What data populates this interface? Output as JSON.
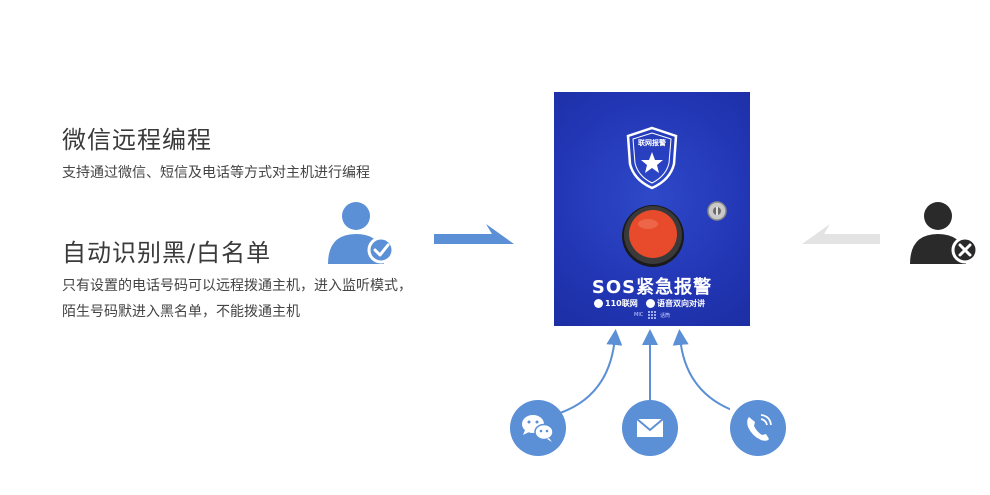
{
  "left": {
    "heading1": "微信远程编程",
    "desc1": "支持通过微信、短信及电话等方式对主机进行编程",
    "heading2": "自动识别黑/白名单",
    "desc2_line1": "只有设置的电话号码可以远程拨通主机，进入监听模式，",
    "desc2_line2": "陌生号码默进入黑名单，不能拨通主机"
  },
  "device": {
    "badge_text": "联网报警",
    "title": "SOS紧急报警",
    "feature1": "110联网",
    "feature2": "语音双向对讲",
    "mic_label": "MIC",
    "speaker_label": "话筒"
  },
  "colors": {
    "panel_blue": "#2236b5",
    "accent_blue": "#5b8fd6",
    "button_red": "#e84a2c",
    "user_dark": "#2a2a2a"
  },
  "icons": [
    "wechat-icon",
    "mail-icon",
    "phone-icon",
    "allowed-user-icon",
    "blocked-user-icon"
  ]
}
